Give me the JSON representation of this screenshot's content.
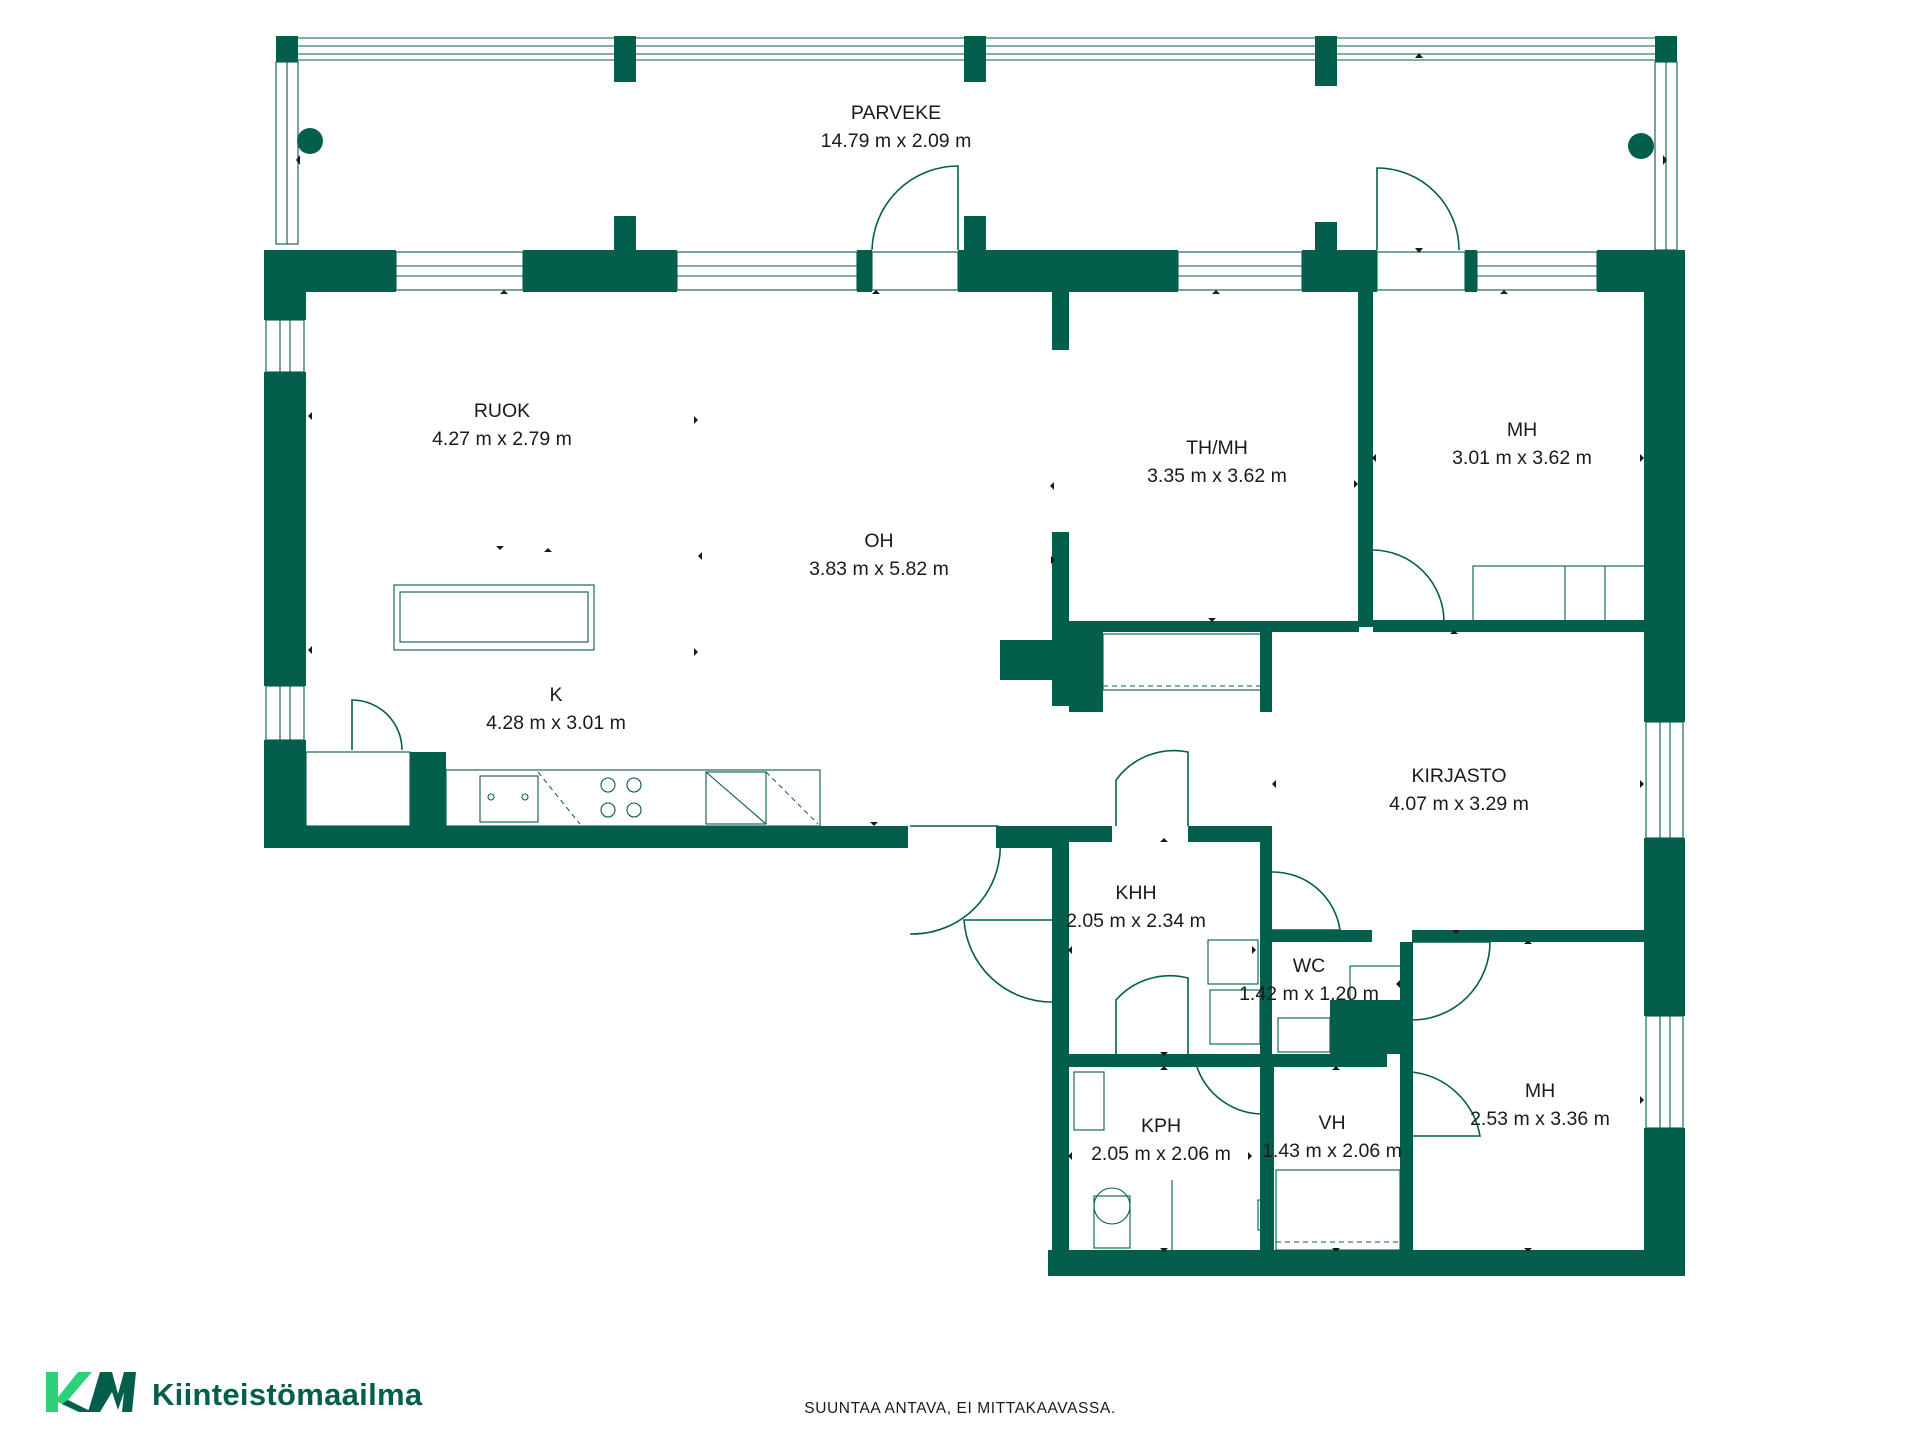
{
  "colors": {
    "wall": "#045e4c",
    "logo_dark": "#045e4c",
    "logo_light": "#2fd07a",
    "text": "#1a1a1a"
  },
  "rooms": {
    "parveke": {
      "name": "PARVEKE",
      "size": "14.79 m x 2.09 m"
    },
    "ruok": {
      "name": "RUOK",
      "size": "4.27 m x 2.79 m"
    },
    "oh": {
      "name": "OH",
      "size": "3.83 m x 5.82 m"
    },
    "k": {
      "name": "K",
      "size": "4.28 m x 3.01 m"
    },
    "thmh": {
      "name": "TH/MH",
      "size": "3.35 m x 3.62 m"
    },
    "mh1": {
      "name": "MH",
      "size": "3.01 m x 3.62 m"
    },
    "kirjasto": {
      "name": "KIRJASTO",
      "size": "4.07 m x 3.29 m"
    },
    "khh": {
      "name": "KHH",
      "size": "2.05 m x 2.34 m"
    },
    "wc": {
      "name": "WC",
      "size": "1.42 m x 1.20 m"
    },
    "kph": {
      "name": "KPH",
      "size": "2.05 m x 2.06 m"
    },
    "vh": {
      "name": "VH",
      "size": "1.43 m x 2.06 m"
    },
    "mh2": {
      "name": "MH",
      "size": "2.53 m x 3.36 m"
    }
  },
  "footer": {
    "logo_mark": "KM",
    "brand": "Kiinteistömaailma",
    "disclaimer": "SUUNTAA ANTAVA, EI MITTAKAAVASSA."
  },
  "icons": {
    "logo": "km-logo-icon",
    "door": "door-swing-icon",
    "window": "window-icon",
    "column": "column-icon"
  }
}
